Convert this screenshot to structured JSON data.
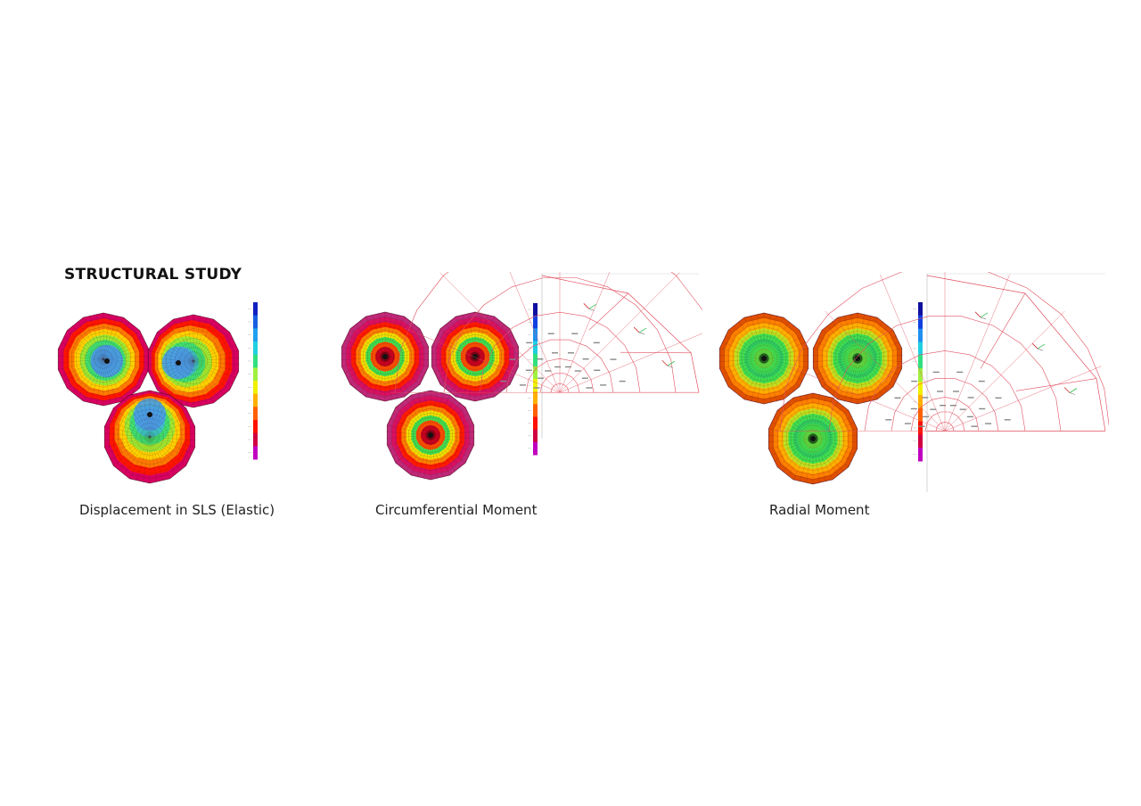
{
  "page": {
    "title": "STRUCTURAL STUDY"
  },
  "figures": [
    {
      "id": "displacement",
      "caption": "Displacement in SLS (Elastic)",
      "colors": [
        "#d80060",
        "#ff1500",
        "#ff7a00",
        "#ffd000",
        "#a0e830",
        "#40e070",
        "#3cc8c8",
        "#4aa8e8",
        "#4a90e0"
      ],
      "center_color": "#4a9be6",
      "legend": [
        "#1020c0",
        "#1860e0",
        "#20a0f0",
        "#20d0e0",
        "#30e080",
        "#a0f040",
        "#f0f000",
        "#ffb000",
        "#ff6000",
        "#ff1000",
        "#d00040",
        "#c000c0"
      ]
    },
    {
      "id": "circumferential",
      "caption": "Circumferential Moment",
      "colors": [
        "#c02878",
        "#d81060",
        "#ff1a00",
        "#ff8000",
        "#f0e000",
        "#40e050",
        "#ff5000",
        "#d00020",
        "#8b0015"
      ],
      "center_color": "#1a1a1a",
      "legend": [
        "#1010a0",
        "#1040e0",
        "#2090f0",
        "#20d0e0",
        "#30e080",
        "#a0f040",
        "#f0f000",
        "#ffb000",
        "#ff6000",
        "#ff1000",
        "#d00040",
        "#c000c0"
      ]
    },
    {
      "id": "radial",
      "caption": "Radial Moment",
      "colors": [
        "#e05000",
        "#ff8000",
        "#ffb000",
        "#c0e020",
        "#40e050",
        "#30d060",
        "#40e050",
        "#60e040",
        "#1a7020"
      ],
      "center_color": "#1a1a1a",
      "legend": [
        "#1010a0",
        "#1040e0",
        "#2090f0",
        "#20d0e0",
        "#30e080",
        "#a0f040",
        "#f0f000",
        "#ffb000",
        "#ff6000",
        "#ff1000",
        "#d00040",
        "#c000c0"
      ]
    }
  ]
}
